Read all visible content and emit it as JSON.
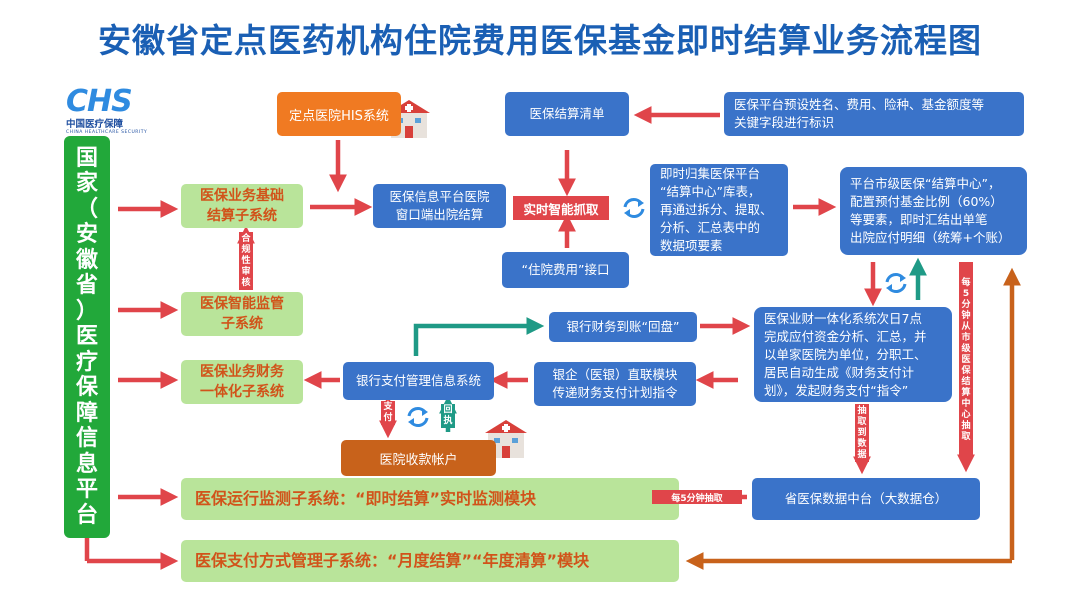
{
  "title": "安徽省定点医药机构住院费用医保基金即时结算业务流程图",
  "logo": {
    "mark": "CHS",
    "cn": "中国医疗保障",
    "en": "CHINA HEALTHCARE SECURITY"
  },
  "platform": [
    "国",
    "家",
    "（",
    "安",
    "徽",
    "省",
    "）",
    "医",
    "疗",
    "保",
    "障",
    "信",
    "息",
    "平",
    "台"
  ],
  "nodes": {
    "hospital_his": "定点医院HIS系统",
    "settle_list": "医保结算清单",
    "preset": [
      "医保平台预设姓名、费用、险种、基金额度等",
      "关键字段进行标识"
    ],
    "basic": [
      "医保业务基础",
      "结算子系统"
    ],
    "supervise": [
      "医保智能监管",
      "子系统"
    ],
    "finance_sub": [
      "医保业务财务",
      "一体化子系统"
    ],
    "hosp_window": [
      "医保信息平台医院",
      "窗口端出院结算"
    ],
    "smart_capture": "实时智能抓取",
    "inpatient_api": "“住院费用”接口",
    "collect": [
      "即时归集医保平台",
      "“结算中心”库表，",
      "再通过拆分、提取、",
      "分析、汇总表中的",
      "数据项要素"
    ],
    "city_center": [
      "平台市级医保“结算中心”，",
      "配置预付基金比例（60%）",
      "等要素，即时汇结出单笔",
      "出院应付明细（统筹+个账）"
    ],
    "bank_recon": "银行财务到账“回盘”",
    "fin_integration": [
      "医保业财一体化系统次日7点",
      "完成应付资金分析、汇总，并",
      "以单家医院为单位，分职工、",
      "居民自动生成《财务支付计",
      "划》，发起财务支付“指令”"
    ],
    "bank_direct": [
      "银企（医银）直联模块",
      "传递财务支付计划指令"
    ],
    "bank_payment": "银行支付管理信息系统",
    "hosp_account": "医院收款帐户",
    "data_center": "省医保数据中台（大数据仓）",
    "monitor": "医保运行监测子系统：“即时结算”实时监测模块",
    "payment_mode": "医保支付方式管理子系统：“月度结算”“年度清算”模块"
  },
  "labels": {
    "compliance": "合规性审核",
    "pay": "支付",
    "receipt": "回执",
    "extract_to": "抽取到数据",
    "every5": "每5分钟从市级医保结算中心抽取",
    "every5_short": "每5分钟抽取"
  },
  "colors": {
    "blue_box": "#3a73c9",
    "green_box": "#b9e49a",
    "platform_bar": "#22a83a",
    "red_arrow": "#e0454a",
    "teal_arrow": "#1f9a86",
    "brown_arrow": "#c8621b",
    "orange_box": "#f07a22",
    "title": "#1a5fb4"
  },
  "icons": [
    "hospital-building-icon",
    "refresh-cycle-icon"
  ]
}
